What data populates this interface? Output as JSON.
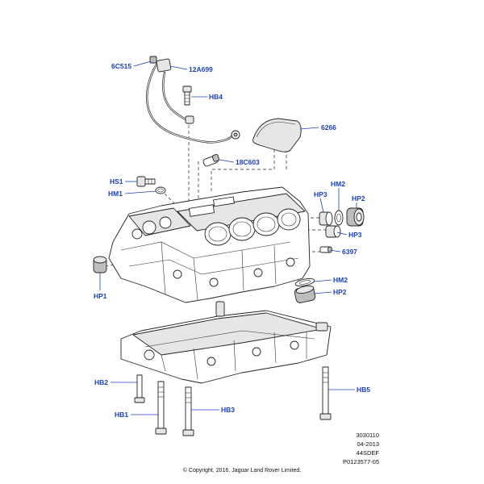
{
  "callouts": {
    "c6c515": "6C515",
    "c12a699": "12A699",
    "hb4": "HB4",
    "c6266": "6266",
    "c18c603": "18C603",
    "hs1": "HS1",
    "hm1": "HM1",
    "hm2_top": "HM2",
    "hp3_top": "HP3",
    "hp2_top": "HP2",
    "hp3_mid": "HP3",
    "c6397": "6397",
    "hp1": "HP1",
    "hm2_low": "HM2",
    "hp2_low": "HP2",
    "hb2": "HB2",
    "hb5": "HB5",
    "hb1": "HB1",
    "hb3": "HB3"
  },
  "meta": {
    "line1": "3030110",
    "line2": "04-2013",
    "line3": "44SDEF",
    "line4": "P0123577-05"
  },
  "copyright": "© Copyright, 2016. Jaguar Land Rover Limited.",
  "colors": {
    "callout": "#1a3fb8",
    "line": "#222222",
    "background": "#ffffff"
  }
}
